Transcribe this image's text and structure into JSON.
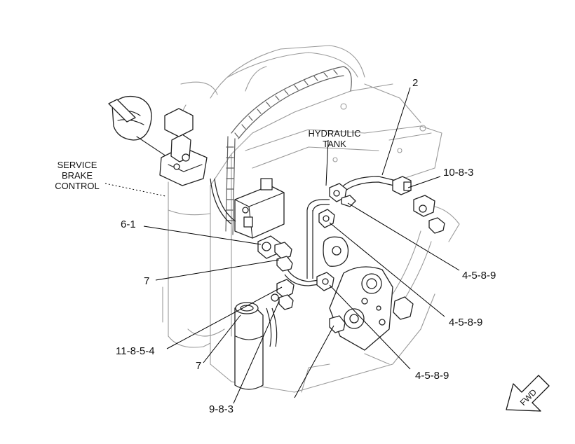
{
  "labels": {
    "part_2": "2",
    "hydraulic_tank": [
      "HYDRAULIC",
      "TANK"
    ],
    "service_brake_control": [
      "SERVICE",
      "BRAKE",
      "CONTROL"
    ],
    "part_10_8_3": "10-8-3",
    "part_6_1": "6-1",
    "part_7_upper": "7",
    "part_4_5_8_9_a": "4-5-8-9",
    "part_4_5_8_9_b": "4-5-8-9",
    "part_4_5_8_9_c": "4-5-8-9",
    "part_11_8_5_4": "11-8-5-4",
    "part_7_lower": "7",
    "part_9_8_3": "9-8-3",
    "fwd": "FWD"
  },
  "colors": {
    "line_art": "#222222",
    "background_art": "#9a9a9a",
    "background": "#ffffff"
  }
}
